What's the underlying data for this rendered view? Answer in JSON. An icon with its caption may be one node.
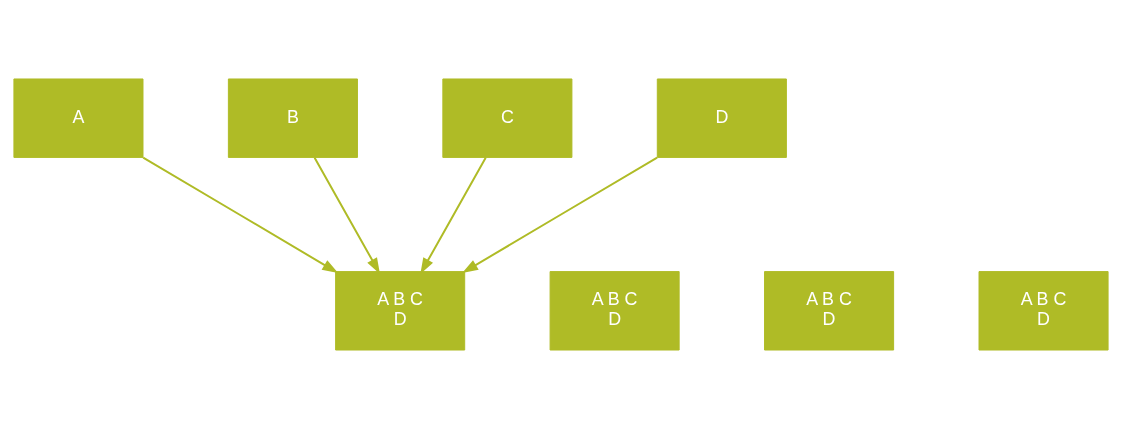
{
  "diagram": {
    "nodes": [
      {
        "text": [
          "A"
        ]
      },
      {
        "text": [
          "B"
        ]
      },
      {
        "text": [
          "C"
        ]
      },
      {
        "text": [
          "D"
        ]
      },
      {
        "text": [
          "A B C D"
        ]
      },
      {
        "text": [
          "A B C D"
        ]
      },
      {
        "text": [
          "A B C D"
        ]
      },
      {
        "text": [
          "A B C D"
        ]
      }
    ],
    "edges": [
      {
        "from": 0,
        "to": 4,
        "arrow": "to"
      },
      {
        "from": 1,
        "to": 4,
        "arrow": "to"
      },
      {
        "from": 2,
        "to": 4,
        "arrow": "to"
      },
      {
        "from": 3,
        "to": 4,
        "arrow": "to"
      }
    ]
  }
}
